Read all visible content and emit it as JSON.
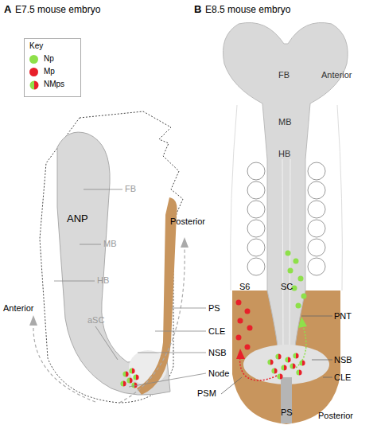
{
  "diagram": {
    "nodes": [
      {
        "text": [
          "Key"
        ]
      }
    ],
    "labels": [
      "A",
      "E7.5 mouse embryo",
      "Anterior",
      "ANP",
      "FB",
      "MB",
      "HB",
      "aSC",
      "Posterior",
      "PS",
      "CLE",
      "NSB",
      "Node",
      "B",
      "E8.5 mouse embryo",
      "FB",
      "MB",
      "HB",
      "Anterior",
      "S6",
      "SC",
      "PNT",
      "NSB",
      "CLE",
      "PSM",
      "PS",
      "Posterior"
    ],
    "legend": [
      {
        "text": "Np",
        "color": "#8ee04a"
      },
      {
        "text": "Mp",
        "color": "#e8202a"
      },
      {
        "text": "NMps"
      }
    ]
  }
}
